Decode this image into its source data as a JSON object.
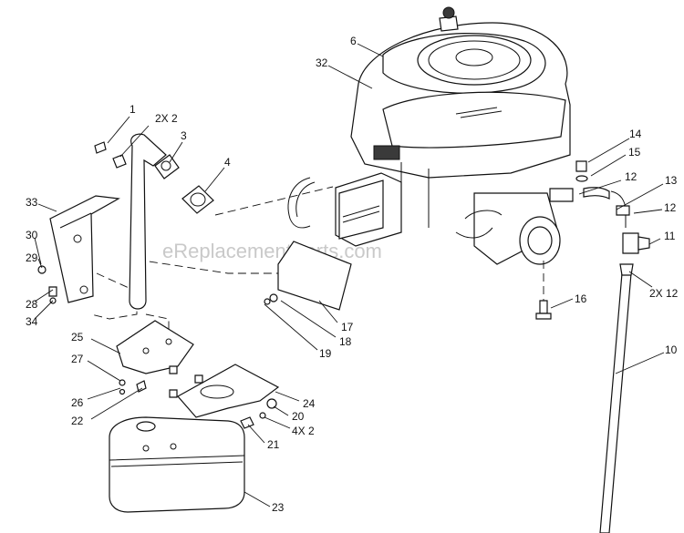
{
  "watermark": "eReplacementParts.com",
  "callouts": {
    "c1": "1",
    "c2": "2X  2",
    "c3": "3",
    "c4": "4",
    "c6": "6",
    "c10": "10",
    "c11": "11",
    "c12a": "12",
    "c12b": "12",
    "c13": "13",
    "c14": "14",
    "c15": "15",
    "c16": "16",
    "c17": "17",
    "c18": "18",
    "c19": "19",
    "c20": "20",
    "c21": "21",
    "c22": "22",
    "c23": "23",
    "c24": "24",
    "c25": "25",
    "c26": "26",
    "c27": "27",
    "c28": "28",
    "c29": "29",
    "c30": "30",
    "c32": "32",
    "c33": "33",
    "c34": "34",
    "cx12": "2X 12",
    "cx2": "4X  2"
  }
}
